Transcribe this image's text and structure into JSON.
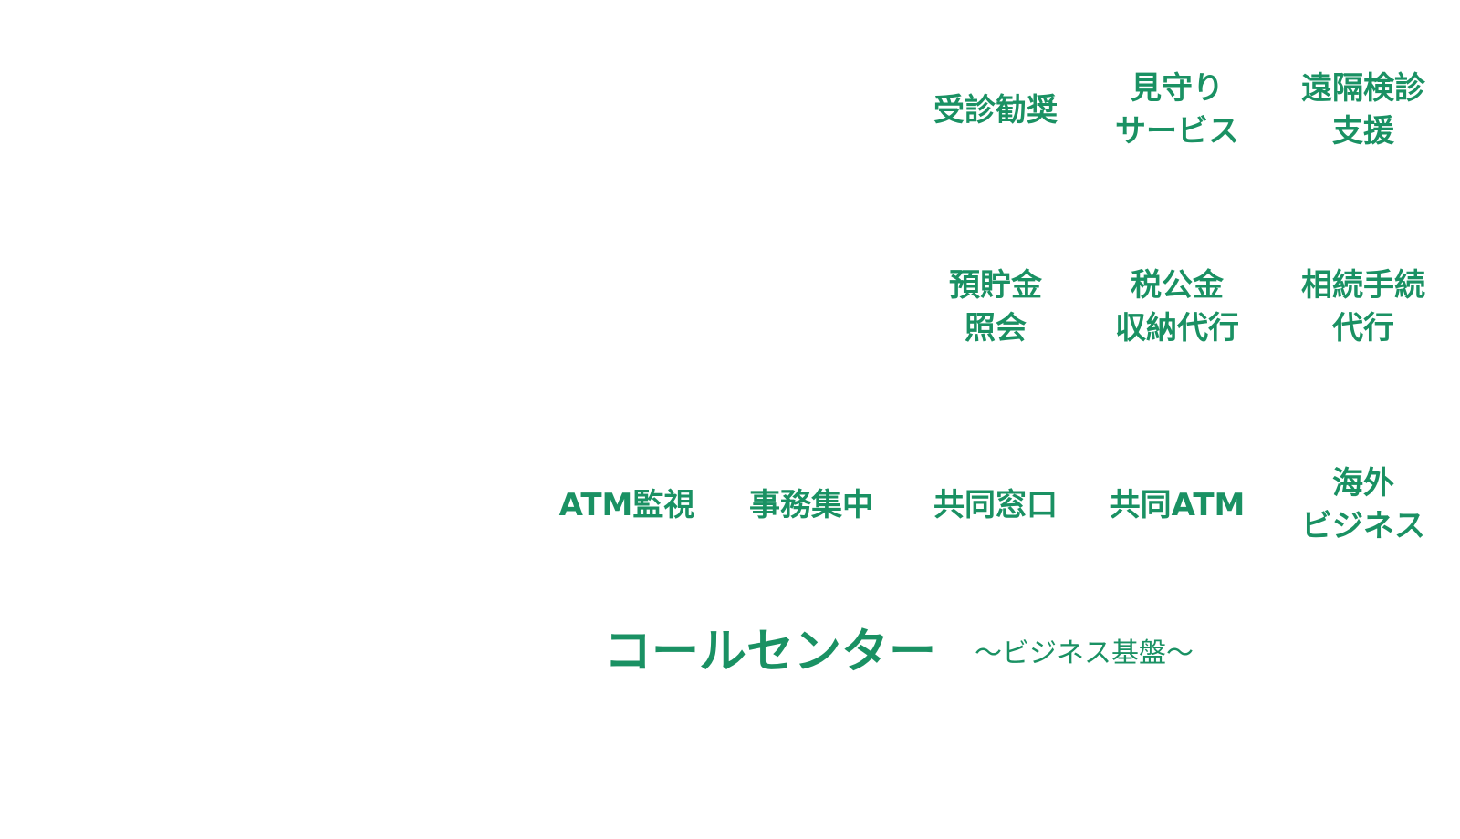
{
  "colors": {
    "accent": "#1a9163",
    "background": "#ffffff"
  },
  "rows": [
    {
      "items": [
        {
          "lines": [
            "受診勧奨"
          ]
        },
        {
          "lines": [
            "見守り",
            "サービス"
          ]
        },
        {
          "lines": [
            "遠隔検診",
            "支援"
          ]
        }
      ]
    },
    {
      "items": [
        {
          "lines": [
            "預貯金",
            "照会"
          ]
        },
        {
          "lines": [
            "税公金",
            "収納代行"
          ]
        },
        {
          "lines": [
            "相続手続",
            "代行"
          ]
        }
      ]
    },
    {
      "items": [
        {
          "lines": [
            "ATM監視"
          ]
        },
        {
          "lines": [
            "事務集中"
          ]
        },
        {
          "lines": [
            "共同窓口"
          ]
        },
        {
          "lines": [
            "共同ATM"
          ]
        },
        {
          "lines": [
            "海外",
            "ビジネス"
          ]
        }
      ]
    }
  ],
  "footer": {
    "title": "コールセンター",
    "subtitle": "〜ビジネス基盤〜"
  }
}
